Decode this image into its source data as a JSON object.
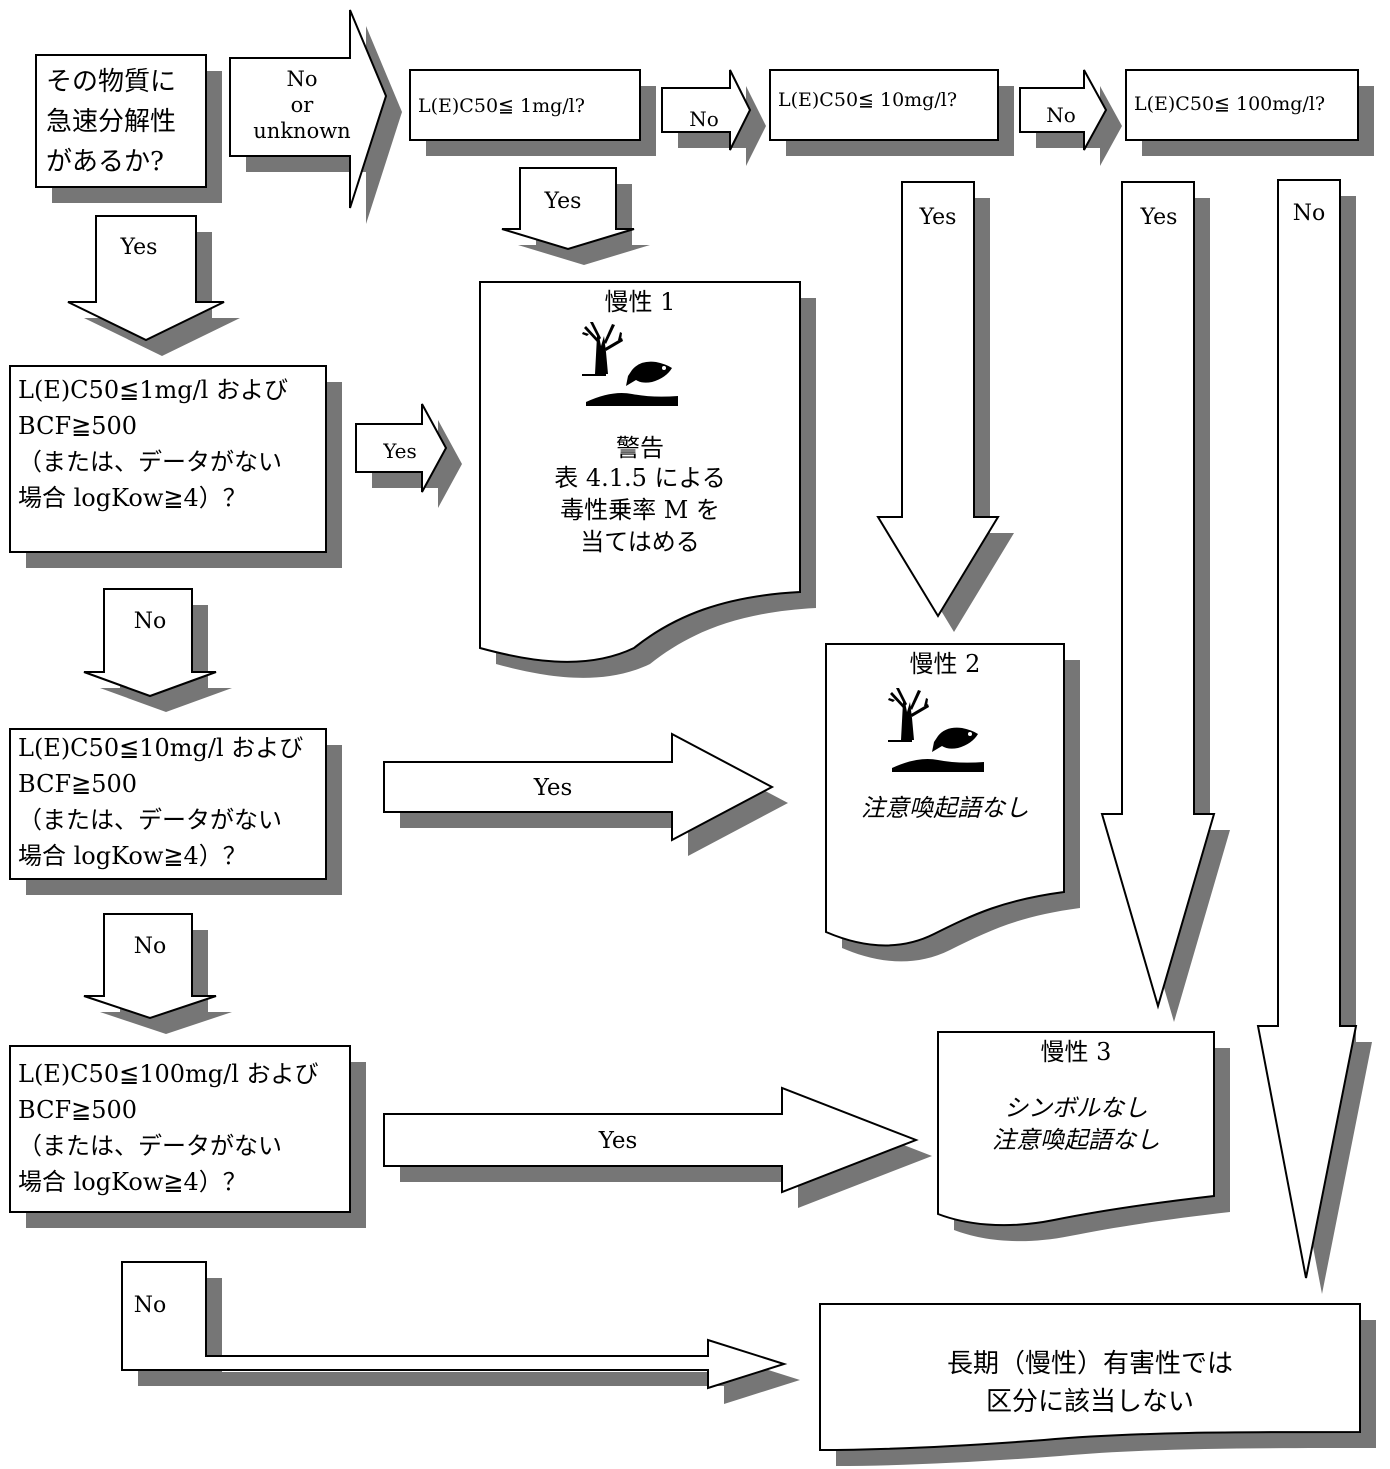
{
  "boxes": {
    "rapid_degradation": [
      "その物質に",
      "急速分解性",
      "があるか?"
    ],
    "top_q1": "L(E)C50≦ 1mg/l?",
    "top_q2": "L(E)C50≦ 10mg/l?",
    "top_q3": "L(E)C50≦ 100mg/l?",
    "q_bcf_1": [
      "L(E)C50≦1mg/l および",
      "BCF≧500",
      "（または、データがない",
      "場合 logKow≧4）？"
    ],
    "q_bcf_10": [
      "L(E)C50≦10mg/l および",
      "BCF≧500",
      "（または、データがない",
      "場合 logKow≧4）？"
    ],
    "q_bcf_100": [
      "L(E)C50≦100mg/l および",
      "BCF≧500",
      "（または、データがない",
      "場合 logKow≧4）？"
    ]
  },
  "results": {
    "chronic1": {
      "title": "慢性 1",
      "lines": [
        "警告",
        "表 4.1.5 による",
        "毒性乗率 M を",
        "当てはめる"
      ],
      "icon": "environment-hazard-icon"
    },
    "chronic2": {
      "title": "慢性 2",
      "text": "注意喚起語なし",
      "icon": "environment-hazard-icon"
    },
    "chronic3": {
      "title": "慢性 3",
      "lines": [
        "シンボルなし",
        "注意喚起語なし"
      ]
    },
    "not_classified": [
      "長期（慢性）有害性では",
      "区分に該当しない"
    ]
  },
  "arrow_labels": {
    "no_or_unknown": [
      "No",
      "or",
      "unknown"
    ],
    "yes": "Yes",
    "no": "No"
  },
  "colors": {
    "shadow": "#767676",
    "outline": "#000000",
    "fill": "#ffffff"
  }
}
